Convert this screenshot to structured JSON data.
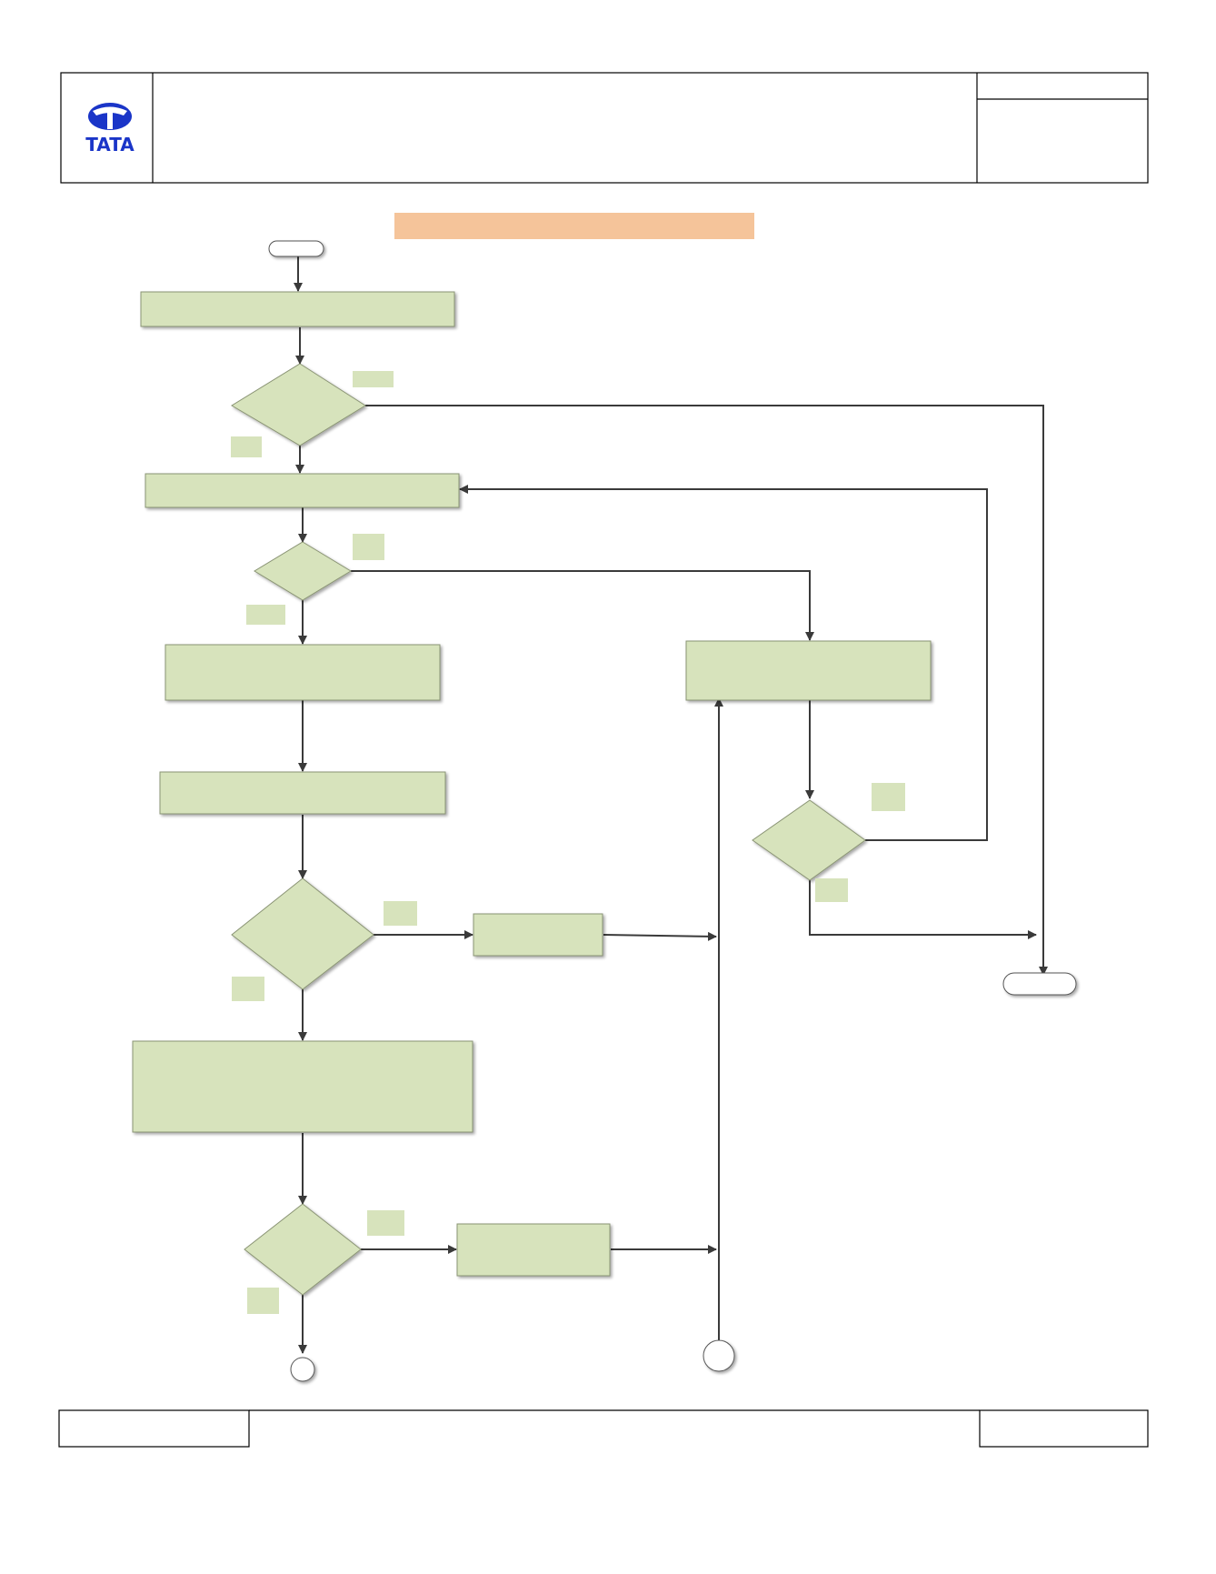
{
  "header": {
    "logo": {
      "wordmark": "TATA",
      "color": "#1a35c8"
    },
    "title": "",
    "doc_code": "",
    "doc_info": ""
  },
  "footer": {
    "left": "",
    "center": "",
    "right": ""
  },
  "diagram_title": {
    "text": "",
    "color": "#f5c49a"
  },
  "colors": {
    "node_fill": "#d7e3bc",
    "node_stroke": "#8a9474",
    "label_fill": "#d7e3bc",
    "arrow": "#3a3a3a",
    "frame": "#000000"
  },
  "nodes": [
    {
      "id": "start",
      "shape": "terminator",
      "text": ""
    },
    {
      "id": "p1",
      "shape": "process",
      "text": ""
    },
    {
      "id": "d1",
      "shape": "decision",
      "text": ""
    },
    {
      "id": "p2",
      "shape": "process",
      "text": ""
    },
    {
      "id": "d2",
      "shape": "decision",
      "text": ""
    },
    {
      "id": "p3",
      "shape": "process",
      "text": ""
    },
    {
      "id": "p4",
      "shape": "process",
      "text": ""
    },
    {
      "id": "d3",
      "shape": "decision",
      "text": ""
    },
    {
      "id": "p5",
      "shape": "process",
      "text": ""
    },
    {
      "id": "p6",
      "shape": "process",
      "text": ""
    },
    {
      "id": "d4",
      "shape": "decision",
      "text": ""
    },
    {
      "id": "p7",
      "shape": "process",
      "text": ""
    },
    {
      "id": "c1",
      "shape": "connector",
      "text": ""
    },
    {
      "id": "c2",
      "shape": "connector",
      "text": ""
    },
    {
      "id": "pr",
      "shape": "process",
      "text": ""
    },
    {
      "id": "dr",
      "shape": "decision",
      "text": ""
    },
    {
      "id": "end",
      "shape": "terminator",
      "text": ""
    }
  ],
  "edge_labels": [
    {
      "id": "l-d1-right",
      "text": ""
    },
    {
      "id": "l-d1-down",
      "text": ""
    },
    {
      "id": "l-d2-right",
      "text": ""
    },
    {
      "id": "l-d2-down",
      "text": ""
    },
    {
      "id": "l-dr-right",
      "text": ""
    },
    {
      "id": "l-dr-down",
      "text": ""
    },
    {
      "id": "l-d3-right",
      "text": ""
    },
    {
      "id": "l-d3-down",
      "text": ""
    },
    {
      "id": "l-d4-right",
      "text": ""
    },
    {
      "id": "l-d4-down",
      "text": ""
    }
  ]
}
